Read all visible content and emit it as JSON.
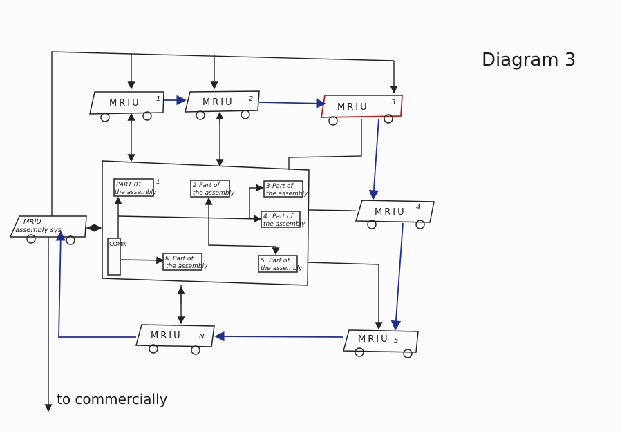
{
  "title": "Diagram 3",
  "units": [
    {
      "label": "MRIU",
      "number": "1"
    },
    {
      "label": "MRIU",
      "number": "2"
    },
    {
      "label": "MRIU",
      "number": "3"
    },
    {
      "label": "MRIU",
      "number": "4"
    },
    {
      "label": "MRIU",
      "number": "5"
    },
    {
      "label": "MRIU",
      "number": "N"
    }
  ],
  "assembly_system": {
    "line1": "MRIU",
    "line2": "assembly sys"
  },
  "parts": [
    {
      "num": "1",
      "line1": "PART 01",
      "line2": "the assembly"
    },
    {
      "num": "2",
      "line1": "Part of",
      "line2": "the assembly"
    },
    {
      "num": "3",
      "line1": "Part of",
      "line2": "the assembly"
    },
    {
      "num": "4",
      "line1": "Part of",
      "line2": "the assembly"
    },
    {
      "num": "5",
      "line1": "Part of",
      "line2": "the assembly"
    },
    {
      "num": "N",
      "line1": "Part of",
      "line2": "the assembly"
    }
  ],
  "comp_label": "COMP.",
  "output_label": "to commercially",
  "colors": {
    "ink": "#222222",
    "blue": "#1f2f8f",
    "red": "#b0201e"
  }
}
